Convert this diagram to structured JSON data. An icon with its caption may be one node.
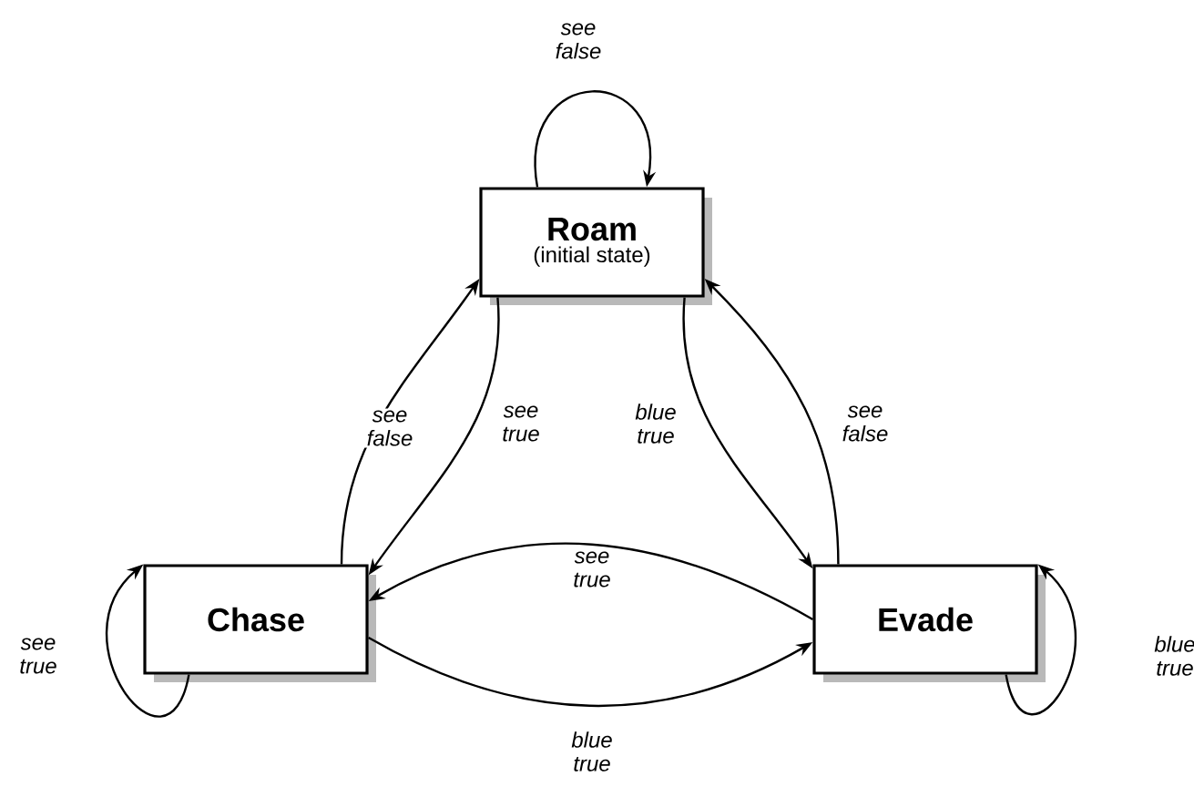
{
  "diagram": {
    "nodes": [
      {
        "text": [
          "Roam",
          "(initial state)"
        ]
      },
      {
        "text": [
          "Chase"
        ]
      },
      {
        "text": [
          "Evade"
        ]
      }
    ],
    "edges": [
      {
        "from": 0,
        "to": 0,
        "arrow": "to",
        "label": "see false"
      },
      {
        "from": 1,
        "to": 0,
        "arrow": "to",
        "label": "see false"
      },
      {
        "from": 0,
        "to": 1,
        "arrow": "to",
        "label": "see true"
      },
      {
        "from": 0,
        "to": 2,
        "arrow": "to",
        "label": "blue true"
      },
      {
        "from": 2,
        "to": 0,
        "arrow": "to",
        "label": "see false"
      },
      {
        "from": 2,
        "to": 1,
        "arrow": "to",
        "label": "see true"
      },
      {
        "from": 1,
        "to": 2,
        "arrow": "to",
        "label": "blue true"
      },
      {
        "from": 1,
        "to": 1,
        "arrow": "to",
        "label": "see true"
      },
      {
        "from": 2,
        "to": 2,
        "arrow": "to",
        "label": "blue true"
      }
    ]
  }
}
